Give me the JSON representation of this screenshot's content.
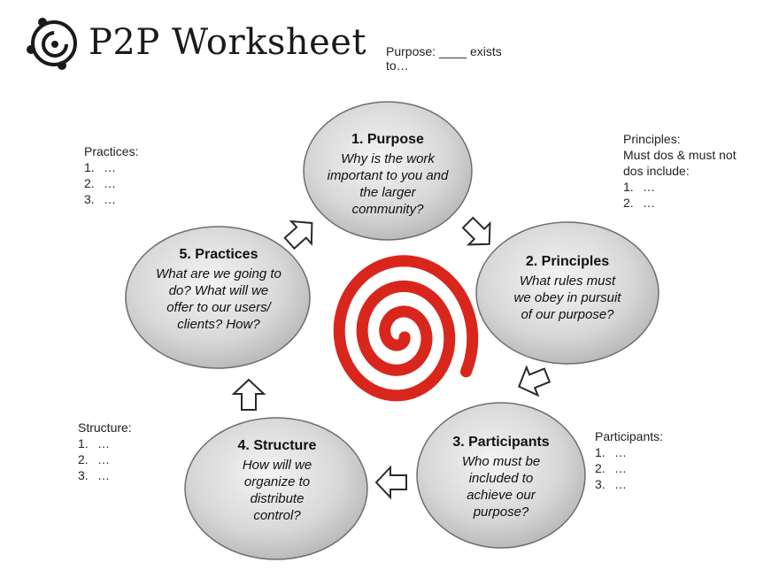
{
  "header": {
    "title": "P2P Worksheet",
    "purpose_line1": "Purpose: ____ exists",
    "purpose_line2": "to…"
  },
  "steps": [
    {
      "heading": "1. Purpose",
      "question": "Why is the work important to you and the larger community?"
    },
    {
      "heading": "2. Principles",
      "question": "What rules must we obey in pursuit of our purpose?"
    },
    {
      "heading": "3. Participants",
      "question": "Who must be included to achieve our purpose?"
    },
    {
      "heading": "4. Structure",
      "question": "How will we organize to distribute control?"
    },
    {
      "heading": "5. Practices",
      "question": "What are we going to do? What will we offer to our users/ clients? How?"
    }
  ],
  "notes": {
    "practices": {
      "label": "Practices:",
      "items": [
        "1.",
        "2.",
        "3."
      ],
      "placeholder": "…"
    },
    "principles": {
      "label_line1": "Principles:",
      "label_line2": "Must dos & must not",
      "label_line3": "dos include:",
      "items": [
        "1.",
        "2."
      ],
      "placeholder": "…"
    },
    "participants": {
      "label": "Participants:",
      "items": [
        "1.",
        "2.",
        "3."
      ],
      "placeholder": "…"
    },
    "structure": {
      "label": "Structure:",
      "items": [
        "1.",
        "2.",
        "3."
      ],
      "placeholder": "…"
    }
  },
  "colors": {
    "ellipse_fill_center": "#f2f2f2",
    "ellipse_fill_edge": "#bdbdbd",
    "ellipse_stroke": "#6e6e6e",
    "spiral": "#d9261c",
    "logo": "#1a1a1a"
  }
}
